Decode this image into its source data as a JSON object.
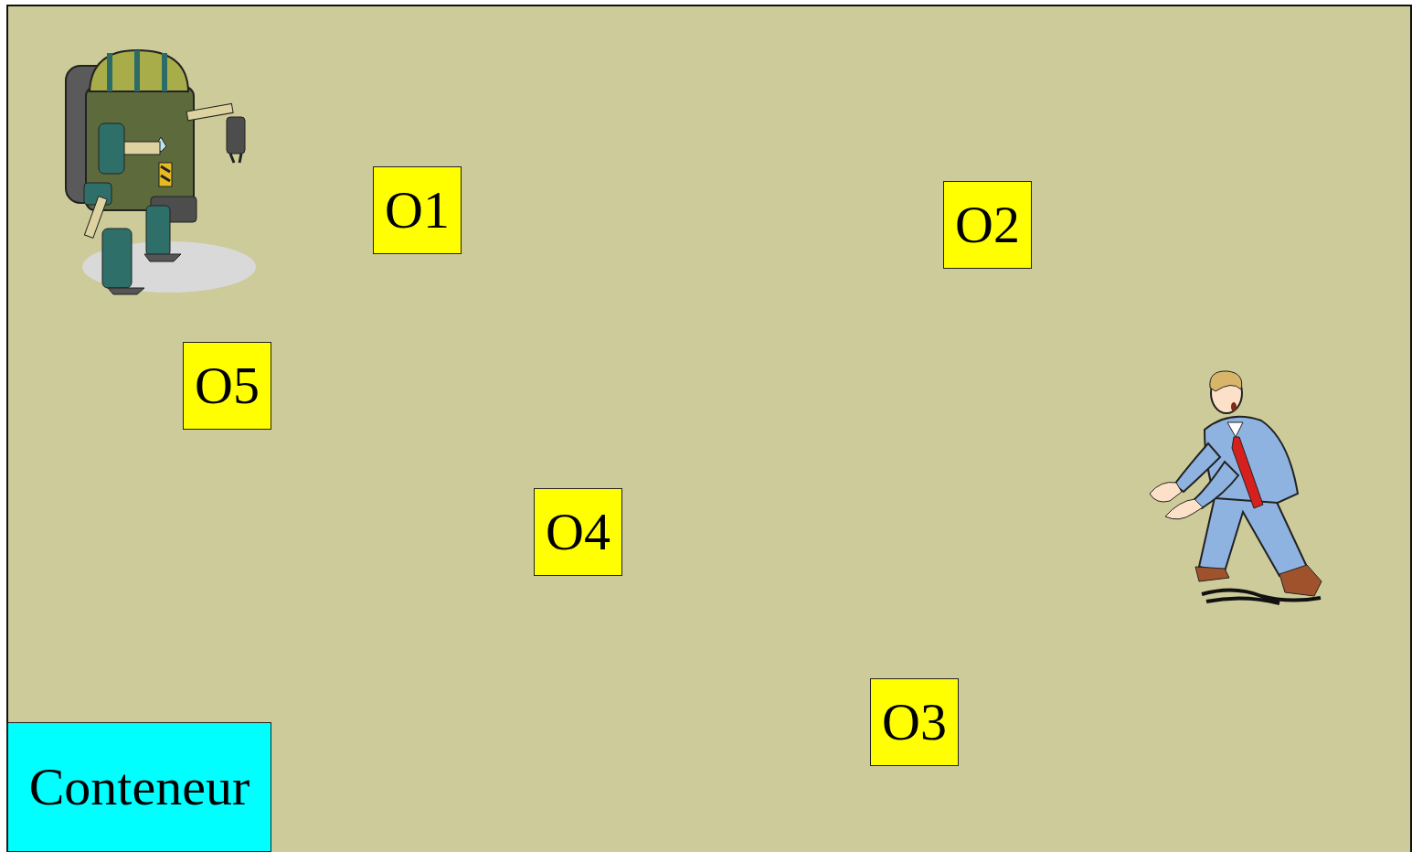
{
  "diagram": {
    "nodes": [
      {
        "text": [
          "O1"
        ]
      },
      {
        "text": [
          "O2"
        ]
      },
      {
        "text": [
          "O5"
        ]
      },
      {
        "text": [
          "O4"
        ]
      },
      {
        "text": [
          "O3"
        ]
      },
      {
        "text": [
          "Conteneur"
        ]
      }
    ],
    "edges": []
  }
}
